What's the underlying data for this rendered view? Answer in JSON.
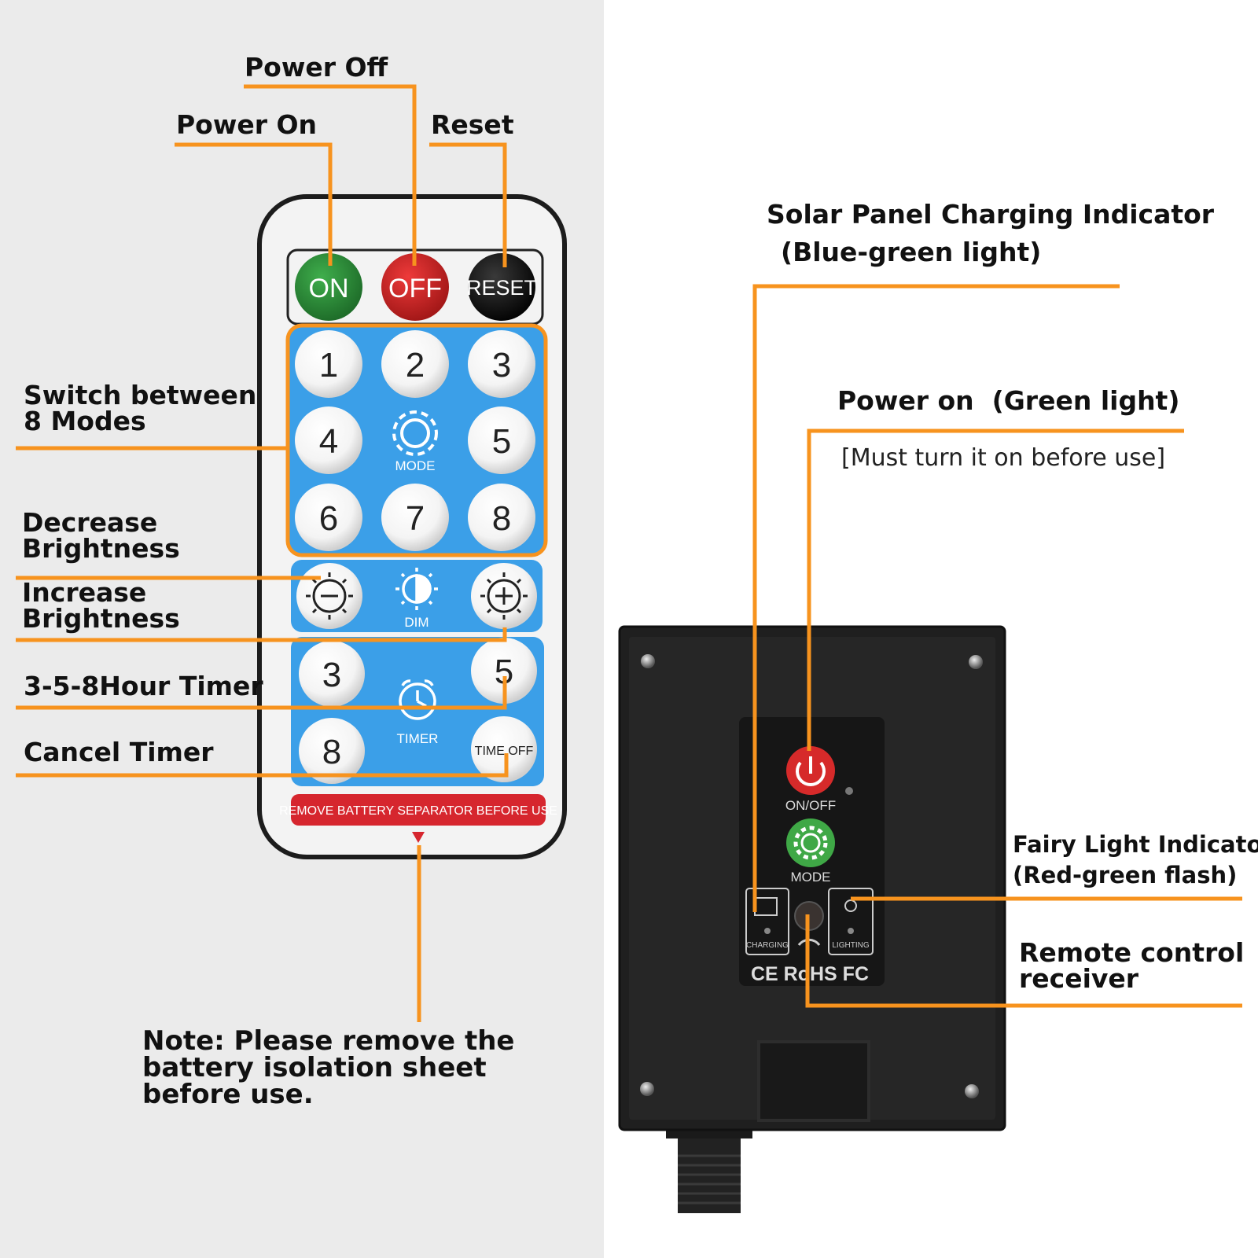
{
  "labels": {
    "power_off": "Power Off",
    "power_on": "Power On",
    "reset": "Reset",
    "switch_modes": "Switch between 8 Modes",
    "decrease_brightness": "Decrease Brightness",
    "increase_brightness": "Increase Brightness",
    "timer": "3-5-8Hour Timer",
    "cancel_timer": "Cancel Timer",
    "note": "Note: Please remove the battery isolation sheet before use.",
    "solar_indicator_line1": "Solar Panel Charging Indicator",
    "solar_indicator_line2": "(Blue-green light)",
    "power_on_green": "Power on  (Green light)",
    "must_turn_on": "[Must turn it on before use]",
    "fairy_indicator_line1": "Fairy Light Indicator",
    "fairy_indicator_line2": "(Red-green flash)",
    "remote_receiver": "Remote control receiver"
  },
  "remote": {
    "on": "ON",
    "off": "OFF",
    "reset": "RESET",
    "modes": [
      "1",
      "2",
      "3",
      "4",
      "5",
      "6",
      "7",
      "8"
    ],
    "mode_label": "MODE",
    "dim_label": "DIM",
    "timer_buttons": [
      "3",
      "5",
      "8"
    ],
    "timer_label": "TIMER",
    "time_off": "TIME OFF",
    "separator_notice": "REMOVE BATTERY SEPARATOR BEFORE USE"
  },
  "controller": {
    "onoff_label": "ON/OFF",
    "mode_label": "MODE",
    "charging_label": "CHARGING",
    "lighting_label": "LIGHTING",
    "certifications": "CE RoHS FC"
  },
  "colors": {
    "callout": "#f7931e",
    "keypad_blue": "#3b9fe8",
    "on_green": "#2e8b3a",
    "off_red": "#d62a2a",
    "reset_black": "#1a1a1a",
    "notice_red": "#d6262e"
  }
}
